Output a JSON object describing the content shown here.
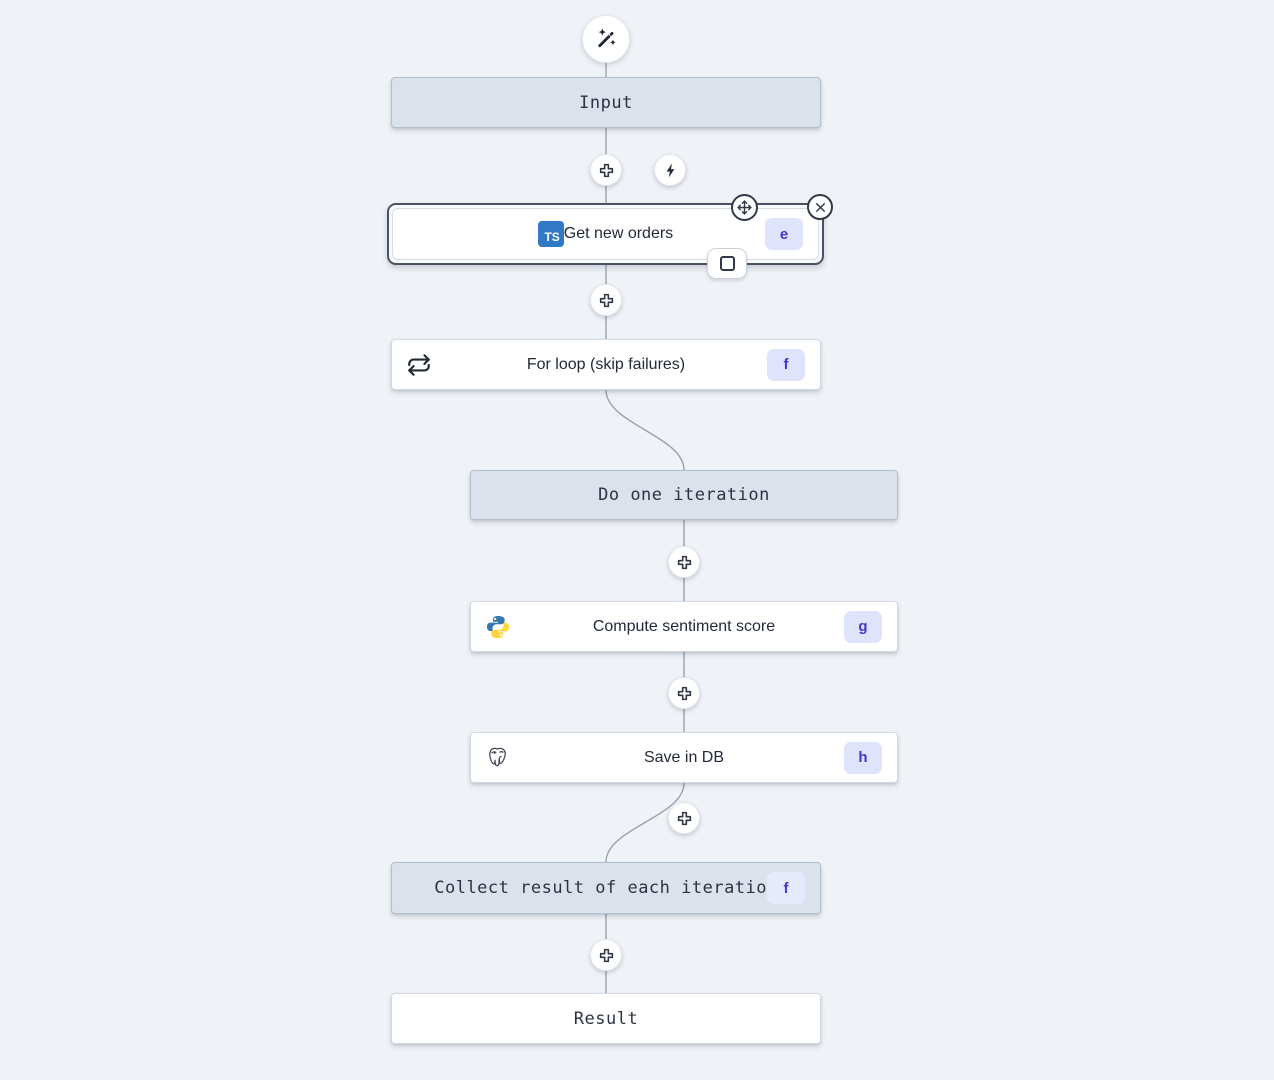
{
  "flow": {
    "nodes": [
      {
        "id": "input",
        "label": "Input",
        "kind": "virtual"
      },
      {
        "id": "get_new_orders",
        "label": "Get new orders",
        "badge": "e",
        "icon": "typescript-icon",
        "selected": true
      },
      {
        "id": "for_loop",
        "label": "For loop (skip failures)",
        "badge": "f",
        "icon": "repeat-loop-icon"
      },
      {
        "id": "do_one_iteration",
        "label": "Do one iteration",
        "kind": "virtual"
      },
      {
        "id": "compute_sentiment_score",
        "label": "Compute sentiment score",
        "badge": "g",
        "icon": "python-icon"
      },
      {
        "id": "save_in_db",
        "label": "Save in DB",
        "badge": "h",
        "icon": "postgresql-icon"
      },
      {
        "id": "collect_result",
        "label": "Collect result of each iteration",
        "badge": "f",
        "kind": "virtual"
      },
      {
        "id": "result",
        "label": "Result",
        "kind": "end"
      }
    ],
    "controls": {
      "ai_wand": "magic-wand-icon",
      "add_step": "plus-icon",
      "trigger": "lightning-bolt-icon",
      "move_node": "move-arrows-icon",
      "remove_node": "close-x-icon",
      "frame_node": "square-outline-icon"
    },
    "ts_logo_text": "TS",
    "colors": {
      "canvas_bg": "#eff2f6",
      "virtual_node_bg": "#dbe2eb",
      "white_node_bg": "#ffffff",
      "badge_bg": "#dfe3fb",
      "badge_text": "#4338ca",
      "connector": "#99a2ae",
      "selected_ring": "#4a5263",
      "typescript_blue": "#3178c6",
      "python_blue": "#3776ab",
      "python_yellow": "#ffd43b"
    }
  }
}
